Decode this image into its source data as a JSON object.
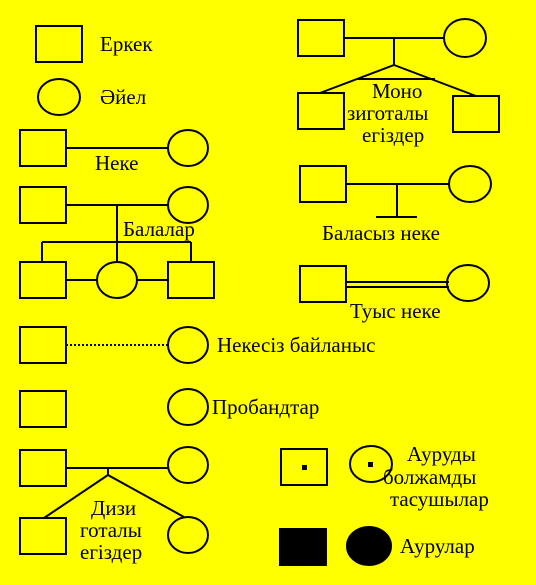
{
  "labels": {
    "male": "Еркек",
    "female": "Әйел",
    "marriage": "Неке",
    "children": "Балалар",
    "unmarried_relation": "Некесіз байланыс",
    "probands": "Пробандтар",
    "mono_twins_1": "Моно",
    "mono_twins_2": "зиготалы",
    "mono_twins_3": "егіздер",
    "childless_marriage": "Баласыз неке",
    "consanguineous_marriage": "Туыс неке",
    "di_twins_1": "Дизи",
    "di_twins_2": "готалы",
    "di_twins_3": "егіздер",
    "carriers_1": "Ауруды",
    "carriers_2": "болжамды",
    "carriers_3": "тасушылар",
    "affected": "Аурулар"
  },
  "colors": {
    "background": "#ffff00",
    "stroke": "#000000",
    "fill_affected": "#000000"
  }
}
